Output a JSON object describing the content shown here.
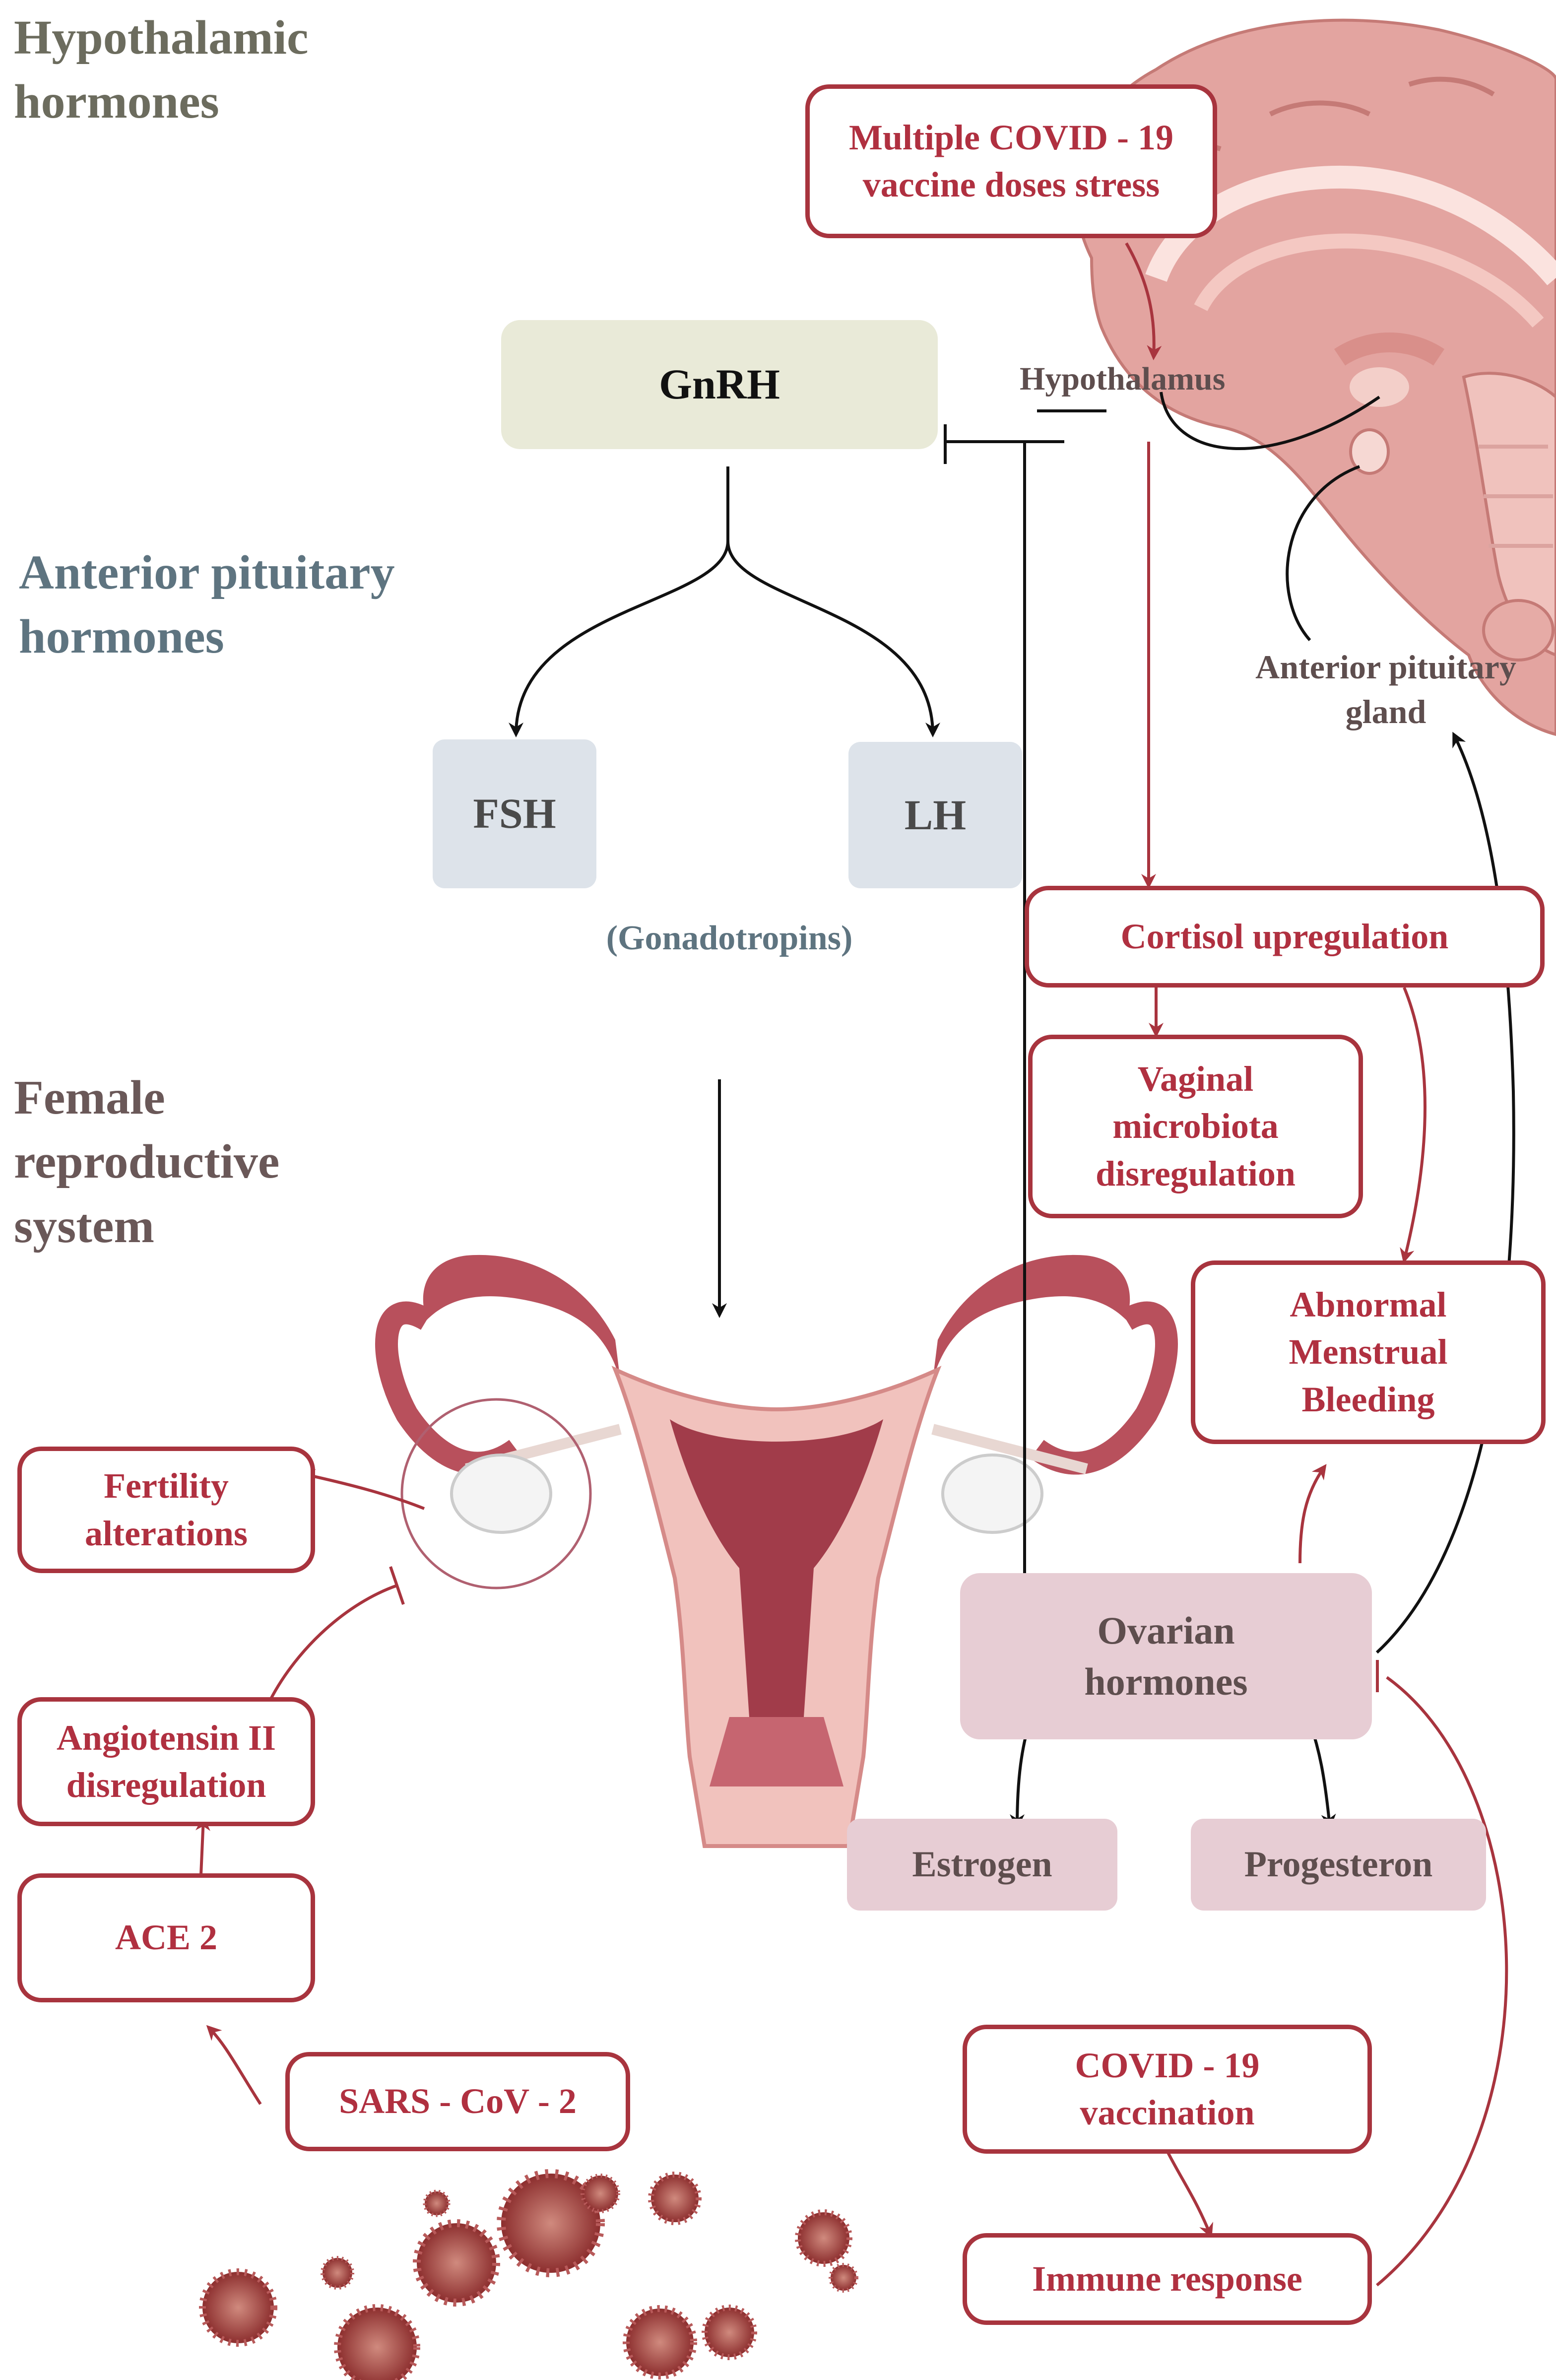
{
  "sections": {
    "hypothalamic": "Hypothalamic\nhormones",
    "anterior": "Anterior pituitary\nhormones",
    "female": "Female\nreproductive\nsystem"
  },
  "hormones": {
    "gnrh": "GnRH",
    "fsh": "FSH",
    "lh": "LH",
    "gonadotropins": "(Gonadotropins)",
    "ovarian": "Ovarian\nhormones",
    "estrogen": "Estrogen",
    "progesteron": "Progesteron"
  },
  "anatomy": {
    "hypothalamus": "Hypothalamus",
    "pituitary": "Anterior pituitary\ngland"
  },
  "boxes": {
    "vaccine_stress": "Multiple COVID - 19\nvaccine doses stress",
    "cortisol": "Cortisol upregulation",
    "vaginal": "Vaginal\nmicrobiota\ndisregulation",
    "abnormal": "Abnormal\nMenstrual\nBleeding",
    "fertility": "Fertility\nalterations",
    "angiotensin": "Angiotensin II\ndisregulation",
    "ace2": "ACE 2",
    "sars": "SARS - CoV - 2",
    "vaccination": "COVID - 19\nvaccination",
    "immune": "Immune response"
  },
  "colors": {
    "accent_red": "#a8343e",
    "gnrh_box": "#e9ead8",
    "gonadotropin_box": "#dde3ea",
    "ovarian_box": "#e7cdd4",
    "brain": "#e3a4a0",
    "uterus": "#b8505c",
    "virus": "#9b3a3a"
  }
}
